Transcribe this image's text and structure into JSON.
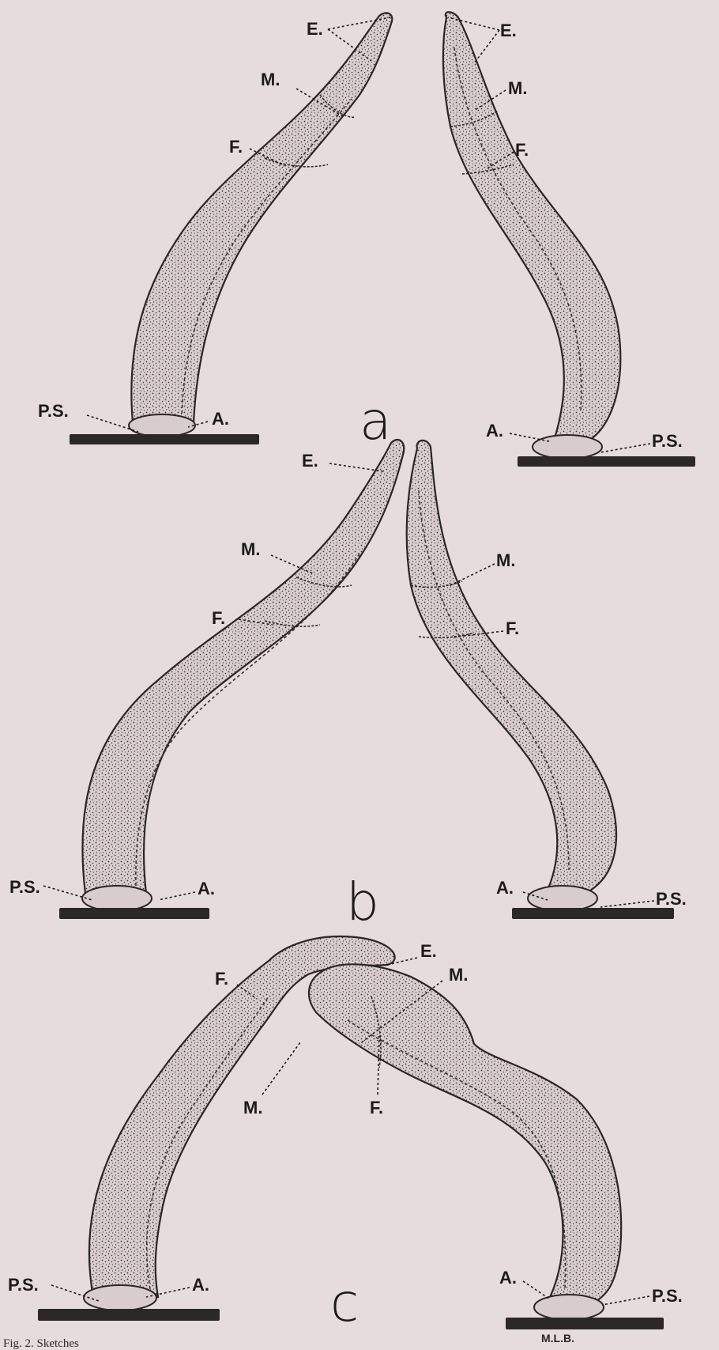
{
  "labels": {
    "E": "E.",
    "M": "M.",
    "F": "F.",
    "PS": "P.S.",
    "A": "A."
  },
  "panels": {
    "a": "a",
    "b": "b",
    "c": "c"
  },
  "signature": "M.L.B.",
  "caption_fragment": "Fig. 2.  Sketches"
}
